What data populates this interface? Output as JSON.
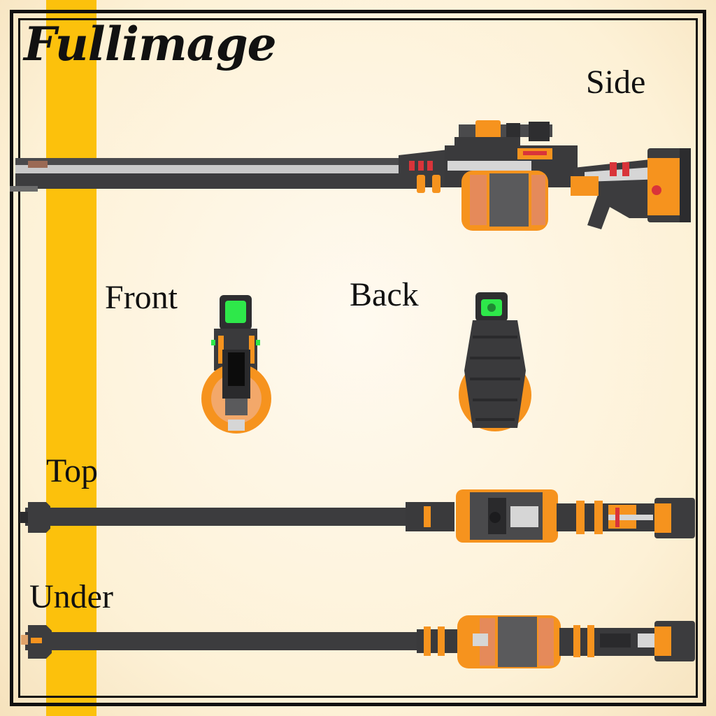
{
  "title": "Fullimage",
  "views": {
    "side": "Side",
    "front": "Front",
    "back": "Back",
    "top": "Top",
    "under": "Under"
  },
  "colors": {
    "stripe": "#fcc10c",
    "body_dark": "#3c3c3e",
    "accent_orange": "#f6931e",
    "scope_green": "#2ee84a",
    "accent_red": "#d9343a",
    "frame": "#111111"
  }
}
